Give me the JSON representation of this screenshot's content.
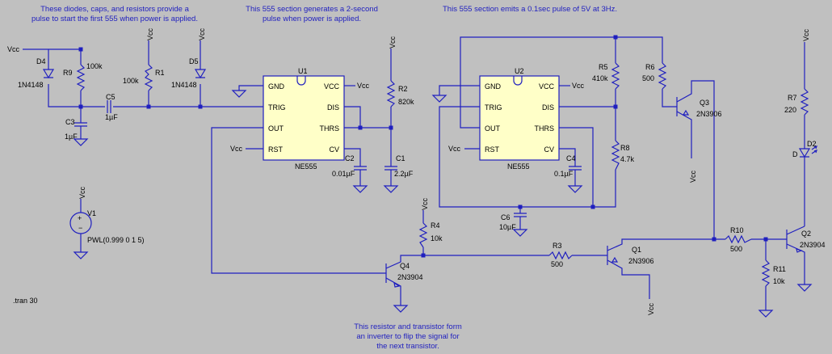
{
  "notes": {
    "diodes": [
      "These diodes, caps, and resistors provide a",
      "pulse to start the first 555 when power is applied."
    ],
    "u1": [
      "This 555 section generates a 2-second",
      "pulse when power is applied."
    ],
    "u2": "This 555 section emits a 0.1sec pulse of 5V at 3Hz.",
    "inverter": [
      "This resistor and transistor form",
      "an inverter to flip the signal for",
      "the next transistor."
    ],
    "tran": ".tran 30"
  },
  "net_vcc": "Vcc",
  "u1": {
    "ref": "U1",
    "part": "NE555",
    "pins": {
      "gnd": "GND",
      "trig": "TRIG",
      "out": "OUT",
      "rst": "RST",
      "vcc": "VCC",
      "dis": "DIS",
      "thrs": "THRS",
      "cv": "CV"
    }
  },
  "u2": {
    "ref": "U2",
    "part": "NE555",
    "pins": {
      "gnd": "GND",
      "trig": "TRIG",
      "out": "OUT",
      "rst": "RST",
      "vcc": "VCC",
      "dis": "DIS",
      "thrs": "THRS",
      "cv": "CV"
    }
  },
  "parts": {
    "d4": {
      "ref": "D4",
      "value": "1N4148"
    },
    "d5": {
      "ref": "D5",
      "value": "1N4148"
    },
    "r9": {
      "ref": "R9",
      "value": "100k"
    },
    "r1": {
      "ref": "R1",
      "value": "100k"
    },
    "c5": {
      "ref": "C5",
      "value": "1µF"
    },
    "c3": {
      "ref": "C3",
      "value": "1µF"
    },
    "r2": {
      "ref": "R2",
      "value": "820k"
    },
    "c1": {
      "ref": "C1",
      "value": "2.2µF"
    },
    "c2": {
      "ref": "C2",
      "value": "0.01µF"
    },
    "r5": {
      "ref": "R5",
      "value": "410k"
    },
    "r6": {
      "ref": "R6",
      "value": "500"
    },
    "r8": {
      "ref": "R8",
      "value": "4.7k"
    },
    "c4": {
      "ref": "C4",
      "value": "0.1µF"
    },
    "c6": {
      "ref": "C6",
      "value": "10µF"
    },
    "q3": {
      "ref": "Q3",
      "value": "2N3906"
    },
    "r7": {
      "ref": "R7",
      "value": "220"
    },
    "d2": {
      "ref": "D2",
      "value": "D"
    },
    "v1": {
      "ref": "V1",
      "value": "PWL(0.999 0 1 5)"
    },
    "r4": {
      "ref": "R4",
      "value": "10k"
    },
    "q4": {
      "ref": "Q4",
      "value": "2N3904"
    },
    "r3": {
      "ref": "R3",
      "value": "500"
    },
    "q1": {
      "ref": "Q1",
      "value": "2N3906"
    },
    "r10": {
      "ref": "R10",
      "value": "500"
    },
    "r11": {
      "ref": "R11",
      "value": "10k"
    },
    "q2": {
      "ref": "Q2",
      "value": "2N3904"
    }
  }
}
